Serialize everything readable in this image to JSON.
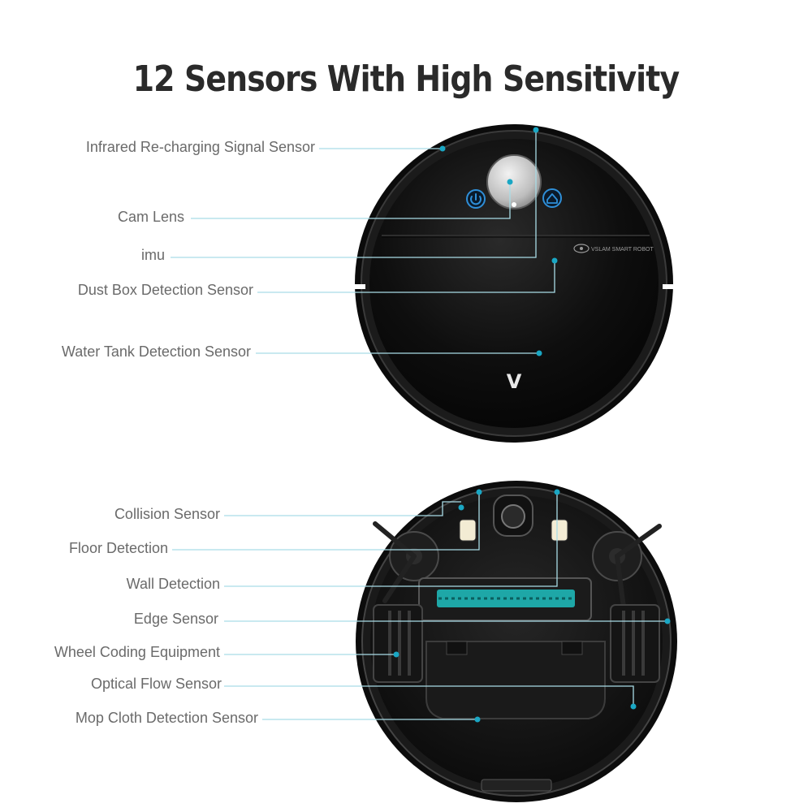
{
  "title": "12 Sensors With High Sensitivity",
  "top_view": {
    "labels": [
      "Infrared Re-charging Signal Sensor",
      "Cam Lens",
      "imu",
      "Dust Box Detection Sensor",
      "Water Tank Detection Sensor"
    ],
    "device_text": "VSLAM SMART ROBOT",
    "brand_mark": "V"
  },
  "bottom_view": {
    "labels": [
      "Collision Sensor",
      "Floor Detection",
      "Wall Detection",
      "Edge Sensor",
      "Wheel Coding Equipment",
      "Optical Flow Sensor",
      "Mop Cloth Detection Sensor"
    ]
  },
  "colors": {
    "title": "#2a2a2a",
    "label": "#6a6a6a",
    "leader_line": "#a9dce6",
    "marker_dot": "#1aa7c4",
    "body": "#111111",
    "power_button": "#2f8fd8",
    "brush": "#1ea7a7"
  }
}
